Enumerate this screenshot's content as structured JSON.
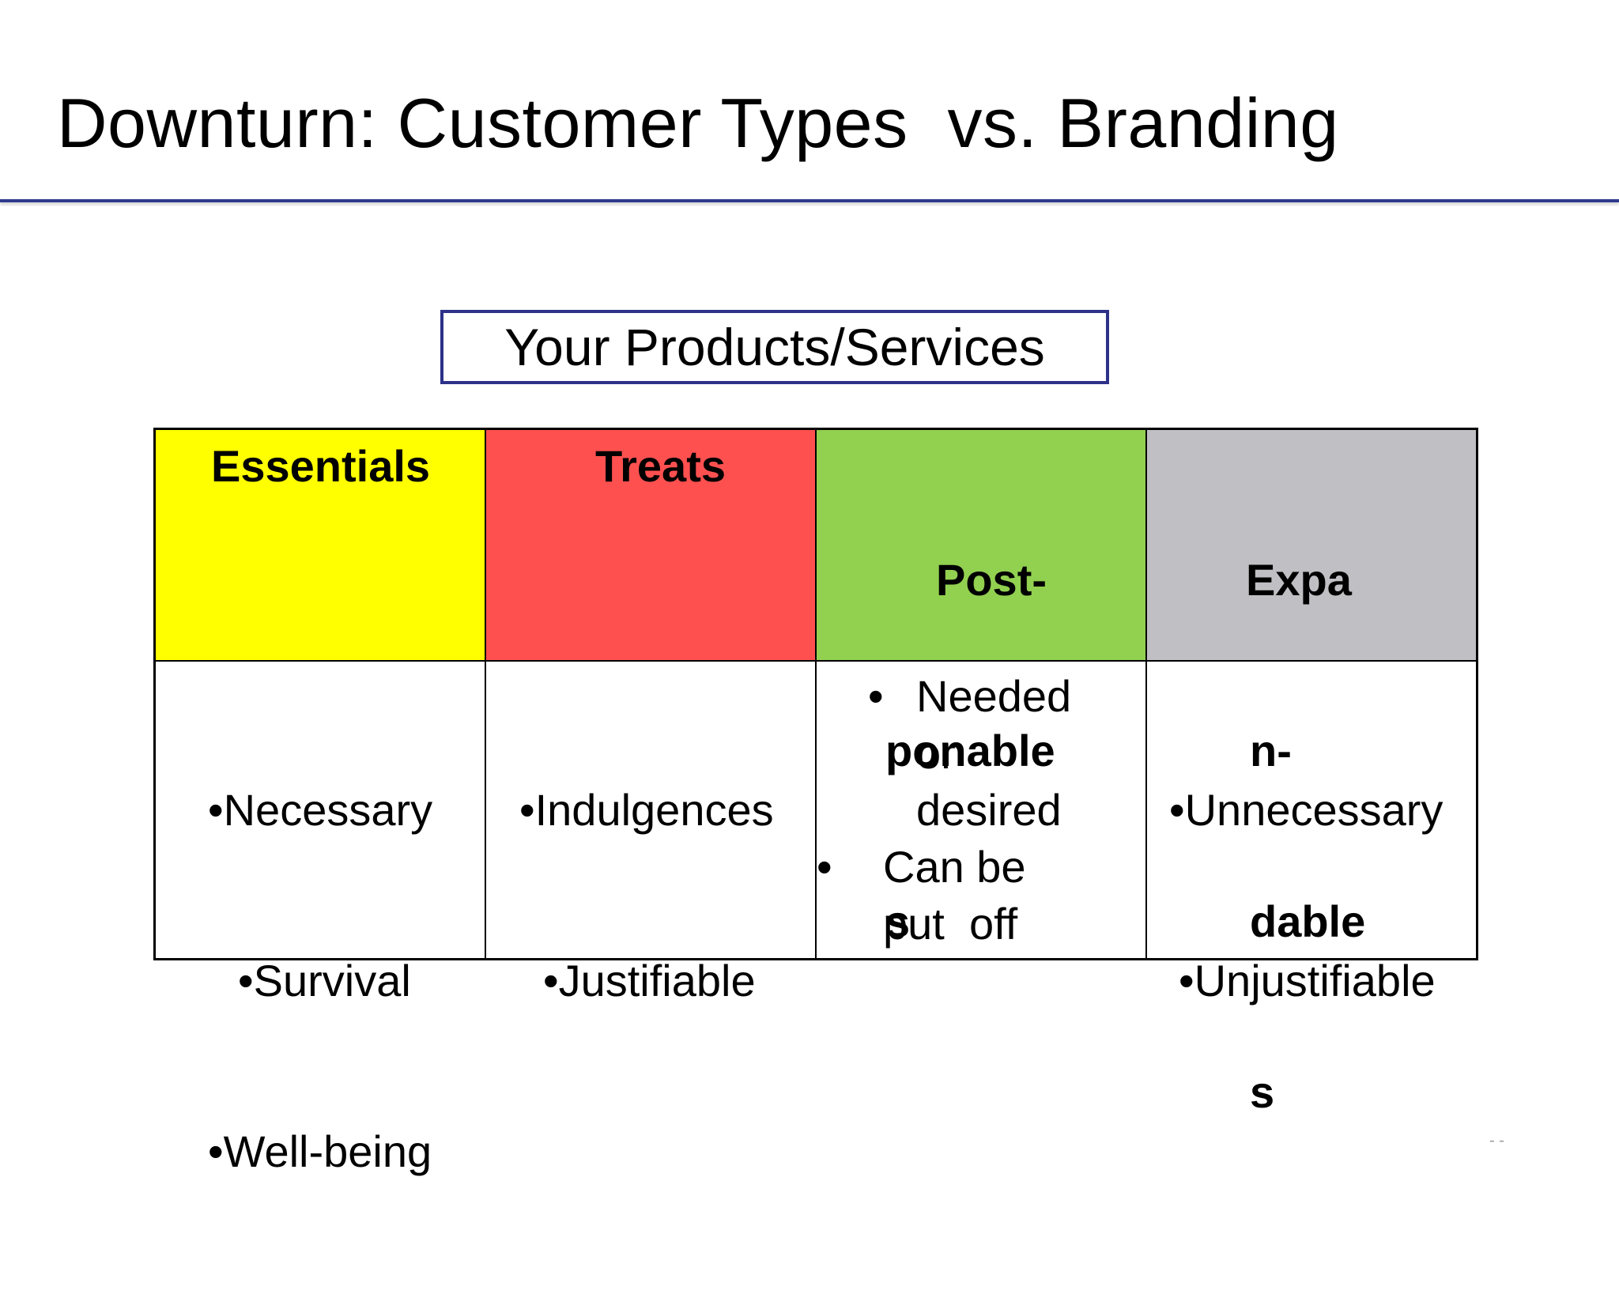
{
  "slide": {
    "title": "Downturn: Customer Types  vs. Branding",
    "products_label": "Your Products/Services",
    "slide_number": "- -"
  },
  "colors": {
    "title_rule": "#2f3a8c",
    "box_border": "#2e3188",
    "essentials": "#ffff00",
    "treats": "#ff5050",
    "postponables": "#92d050",
    "expendables": "#c0bfc3"
  },
  "table": {
    "headers": [
      {
        "key": "essentials",
        "label": "Essentials"
      },
      {
        "key": "treats",
        "label": "Treats"
      },
      {
        "key": "postponables",
        "label": "Post-\nponable\ns"
      },
      {
        "key": "expendables",
        "label": "Expa\nn-\ndable\ns"
      }
    ],
    "essentials_items": [
      "•Necessary",
      "•Survival",
      "•Well-being"
    ],
    "treats_items": [
      "•Indulgences",
      "•Justifiable"
    ],
    "postponables_items": [
      {
        "bullet": "•",
        "text": "Needed\nor\ndesired"
      },
      {
        "bullet": "•",
        "text": "Can be\nput  off"
      }
    ],
    "expendables_items": [
      "•Unnecessary",
      "•Unjustifiable"
    ]
  }
}
